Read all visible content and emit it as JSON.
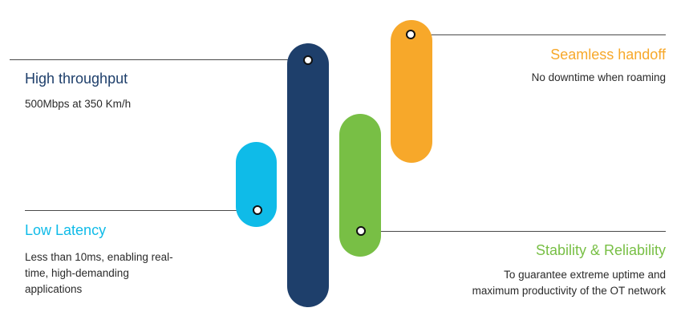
{
  "colors": {
    "navy": "#1e3f6b",
    "cyan": "#0fbbe8",
    "green": "#78bf45",
    "orange": "#f7a82a"
  },
  "features": {
    "throughput": {
      "title": "High throughput",
      "desc": "500Mbps at 350 Km/h"
    },
    "latency": {
      "title": "Low Latency",
      "desc_lines": [
        "Less than 10ms, enabling real-",
        "time, high-demanding",
        "applications"
      ]
    },
    "handoff": {
      "title": "Seamless handoff",
      "desc": "No downtime when roaming"
    },
    "stability": {
      "title": "Stability & Reliability",
      "desc_lines": [
        "To guarantee extreme uptime and",
        "maximum productivity of the OT network"
      ]
    }
  }
}
